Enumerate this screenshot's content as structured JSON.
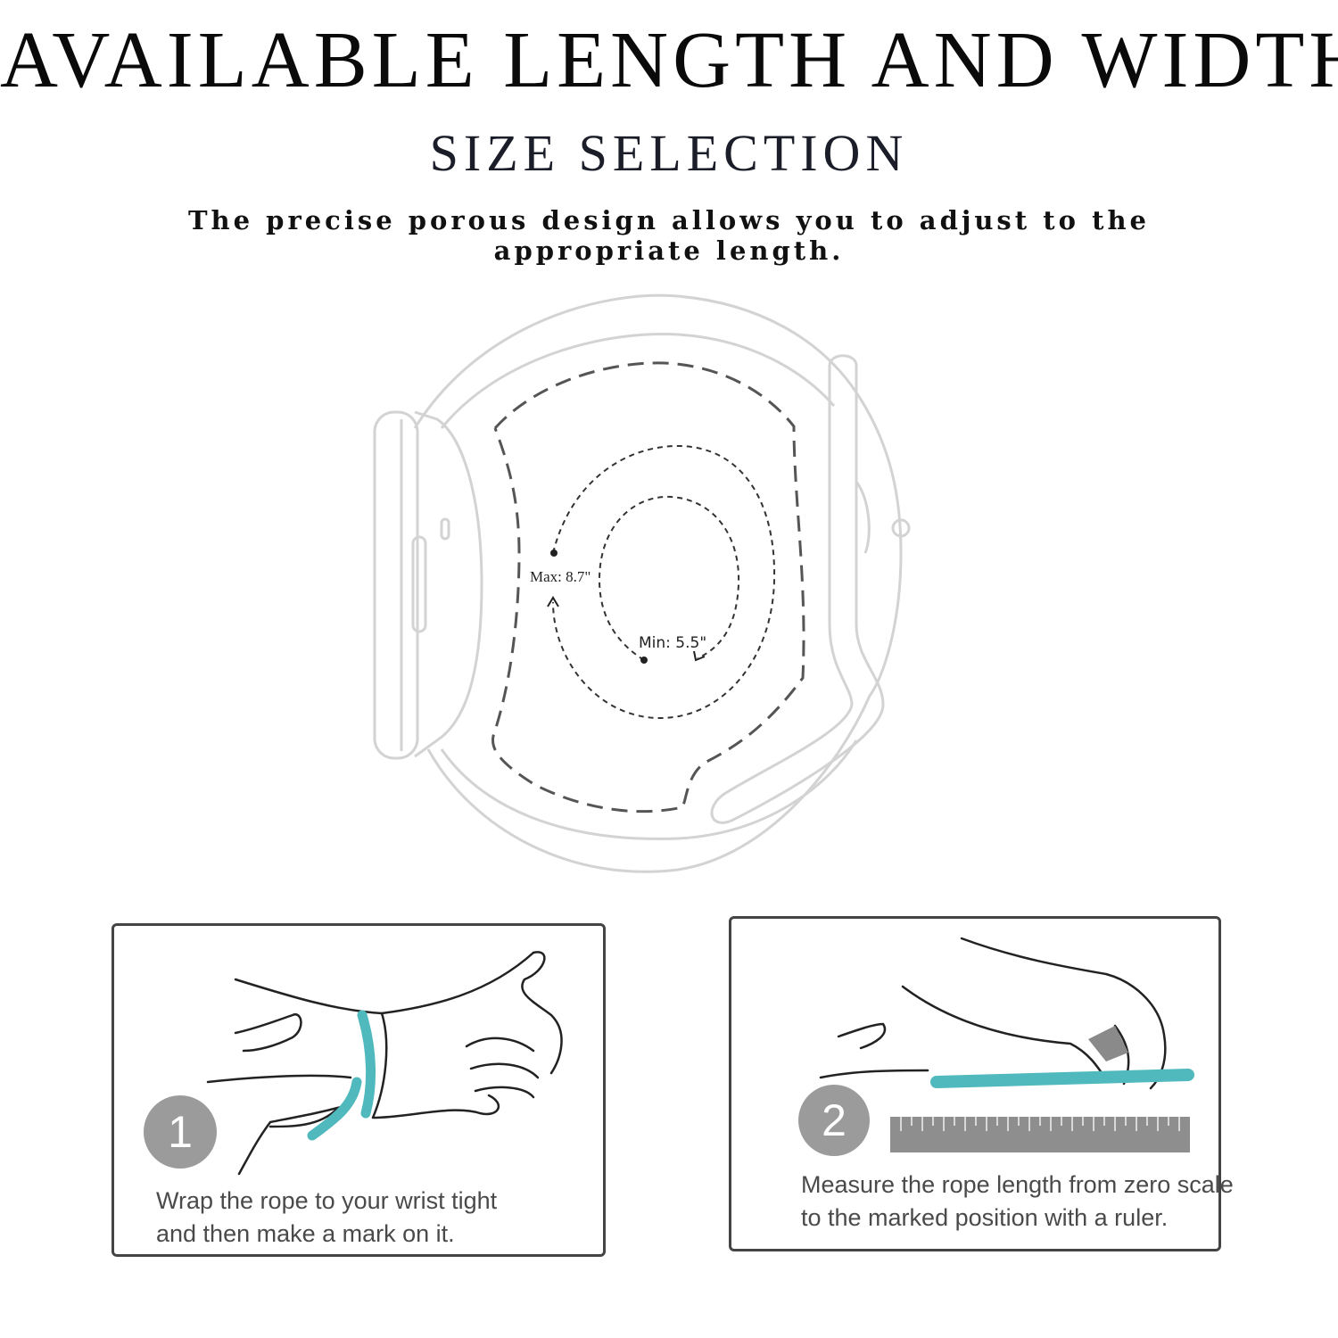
{
  "header": {
    "title": "AVAILABLE  LENGTH AND  WIDTH",
    "subtitle": "SIZE SELECTION",
    "description": "The precise porous design allows you to adjust to the appropriate length."
  },
  "size_diagram": {
    "max_label": "Max: 8.7\"",
    "min_label": "Min: 5.5\""
  },
  "steps": [
    {
      "number": "1",
      "line1": "Wrap the rope to your wrist tight",
      "line2": "and then make a mark on it."
    },
    {
      "number": "2",
      "line1": "Measure the rope length from zero scale",
      "line2": "to the marked position with a ruler."
    }
  ],
  "colors": {
    "rope": "#4fb9bd",
    "circle": "#9b9b9b",
    "line": "#d0d0d0"
  }
}
